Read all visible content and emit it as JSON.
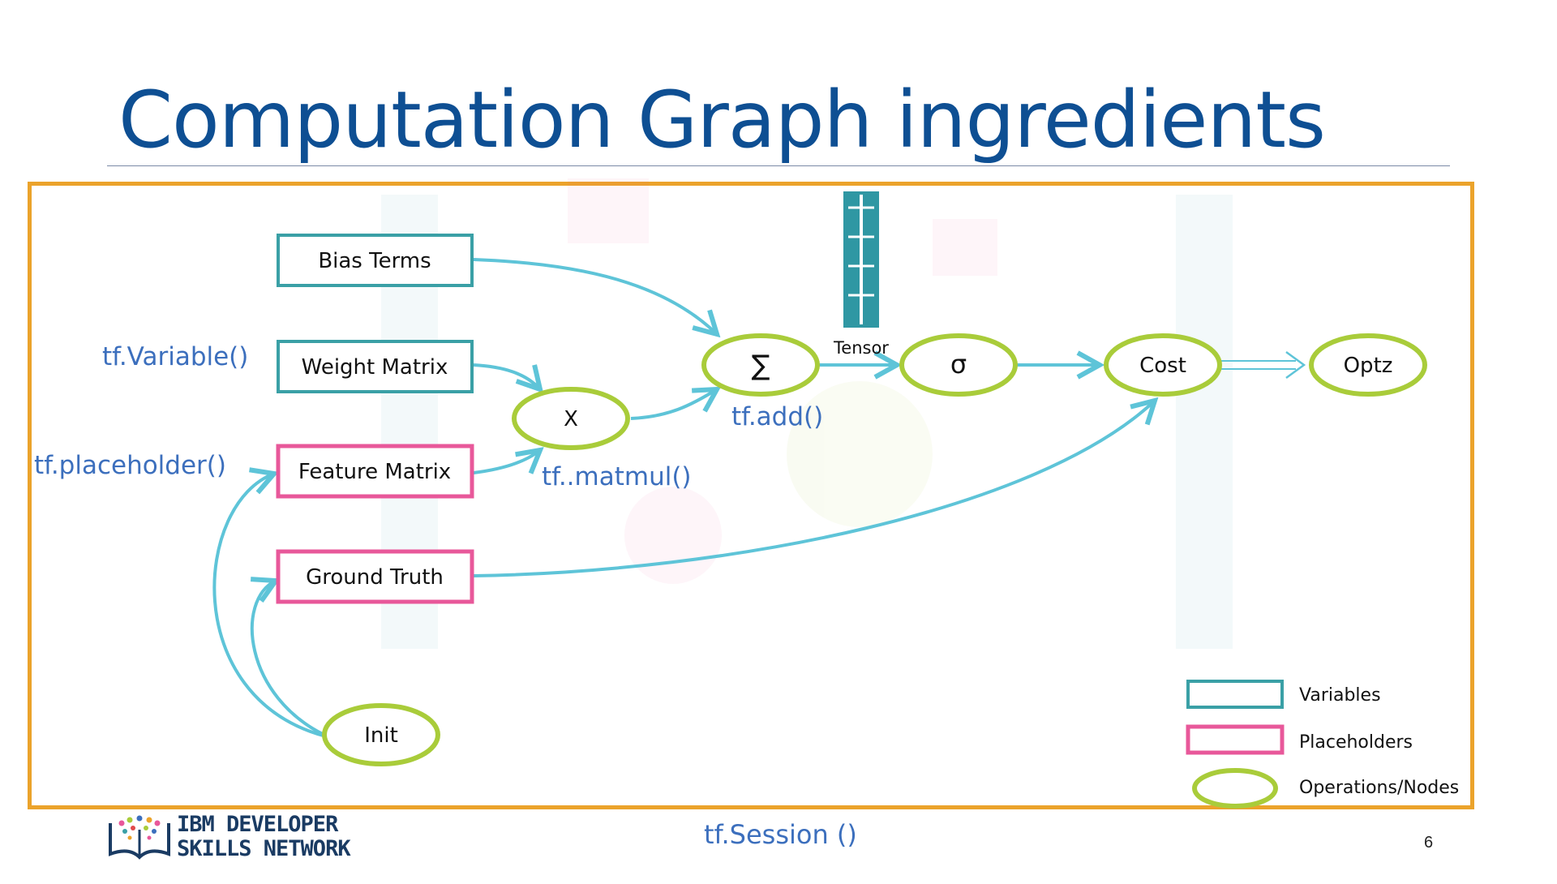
{
  "slide": {
    "title": "Computation Graph ingredients",
    "page_number": "6",
    "session_label": "tf.Session ()"
  },
  "logo": {
    "line1": "IBM DEVELOPER",
    "line2": "SKILLS NETWORK"
  },
  "api_labels": {
    "variable": "tf.Variable()",
    "placeholder": "tf.placeholder()",
    "matmul": "tf..matmul()",
    "add": "tf.add()"
  },
  "variables": {
    "bias": "Bias Terms",
    "weight": "Weight Matrix"
  },
  "placeholders": {
    "feature": "Feature Matrix",
    "ground_truth": "Ground Truth"
  },
  "operations": {
    "matmul": "X",
    "sum": "∑",
    "sigmoid": "σ",
    "cost": "Cost",
    "optimizer": "Optz",
    "init": "Init"
  },
  "tensor_label": "Tensor",
  "legend": {
    "variables": "Variables",
    "placeholders": "Placeholders",
    "operations": "Operations/Nodes"
  },
  "colors": {
    "title": "#0e4f93",
    "variable_border": "#3aa0a6",
    "placeholder_border": "#e8589a",
    "operation_border": "#a9cc3a",
    "edge": "#5ec4d8",
    "frame": "#eba32b",
    "api_text": "#3c6fbd",
    "tensor_fill": "#2f97a3"
  }
}
